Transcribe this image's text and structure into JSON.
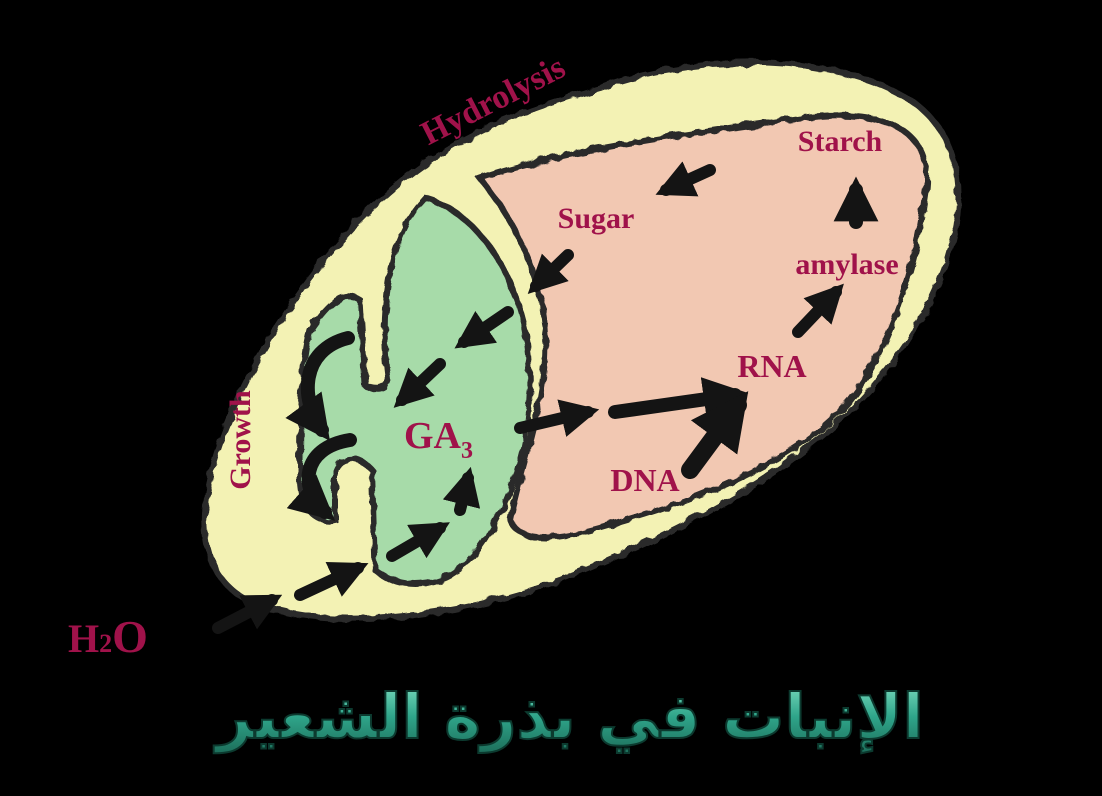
{
  "colors": {
    "background": "#000000",
    "seed_coat": "#f3f2b4",
    "endosperm": "#f2c8b2",
    "embryo": "#a7dba9",
    "label": "#a0124a",
    "arrow": "#141414",
    "caption": "#2fa58a"
  },
  "labels": {
    "hydrolysis": "Hydrolysis",
    "starch": "Starch",
    "sugar": "Sugar",
    "amylase": "amylase",
    "rna": "RNA",
    "dna": "DNA",
    "ga_main": "GA",
    "ga_sub": "3",
    "growth": "Growth",
    "water_h": "H",
    "water_sub": "2",
    "water_o": "O"
  },
  "caption": "الإنبات في بذرة الشعير"
}
